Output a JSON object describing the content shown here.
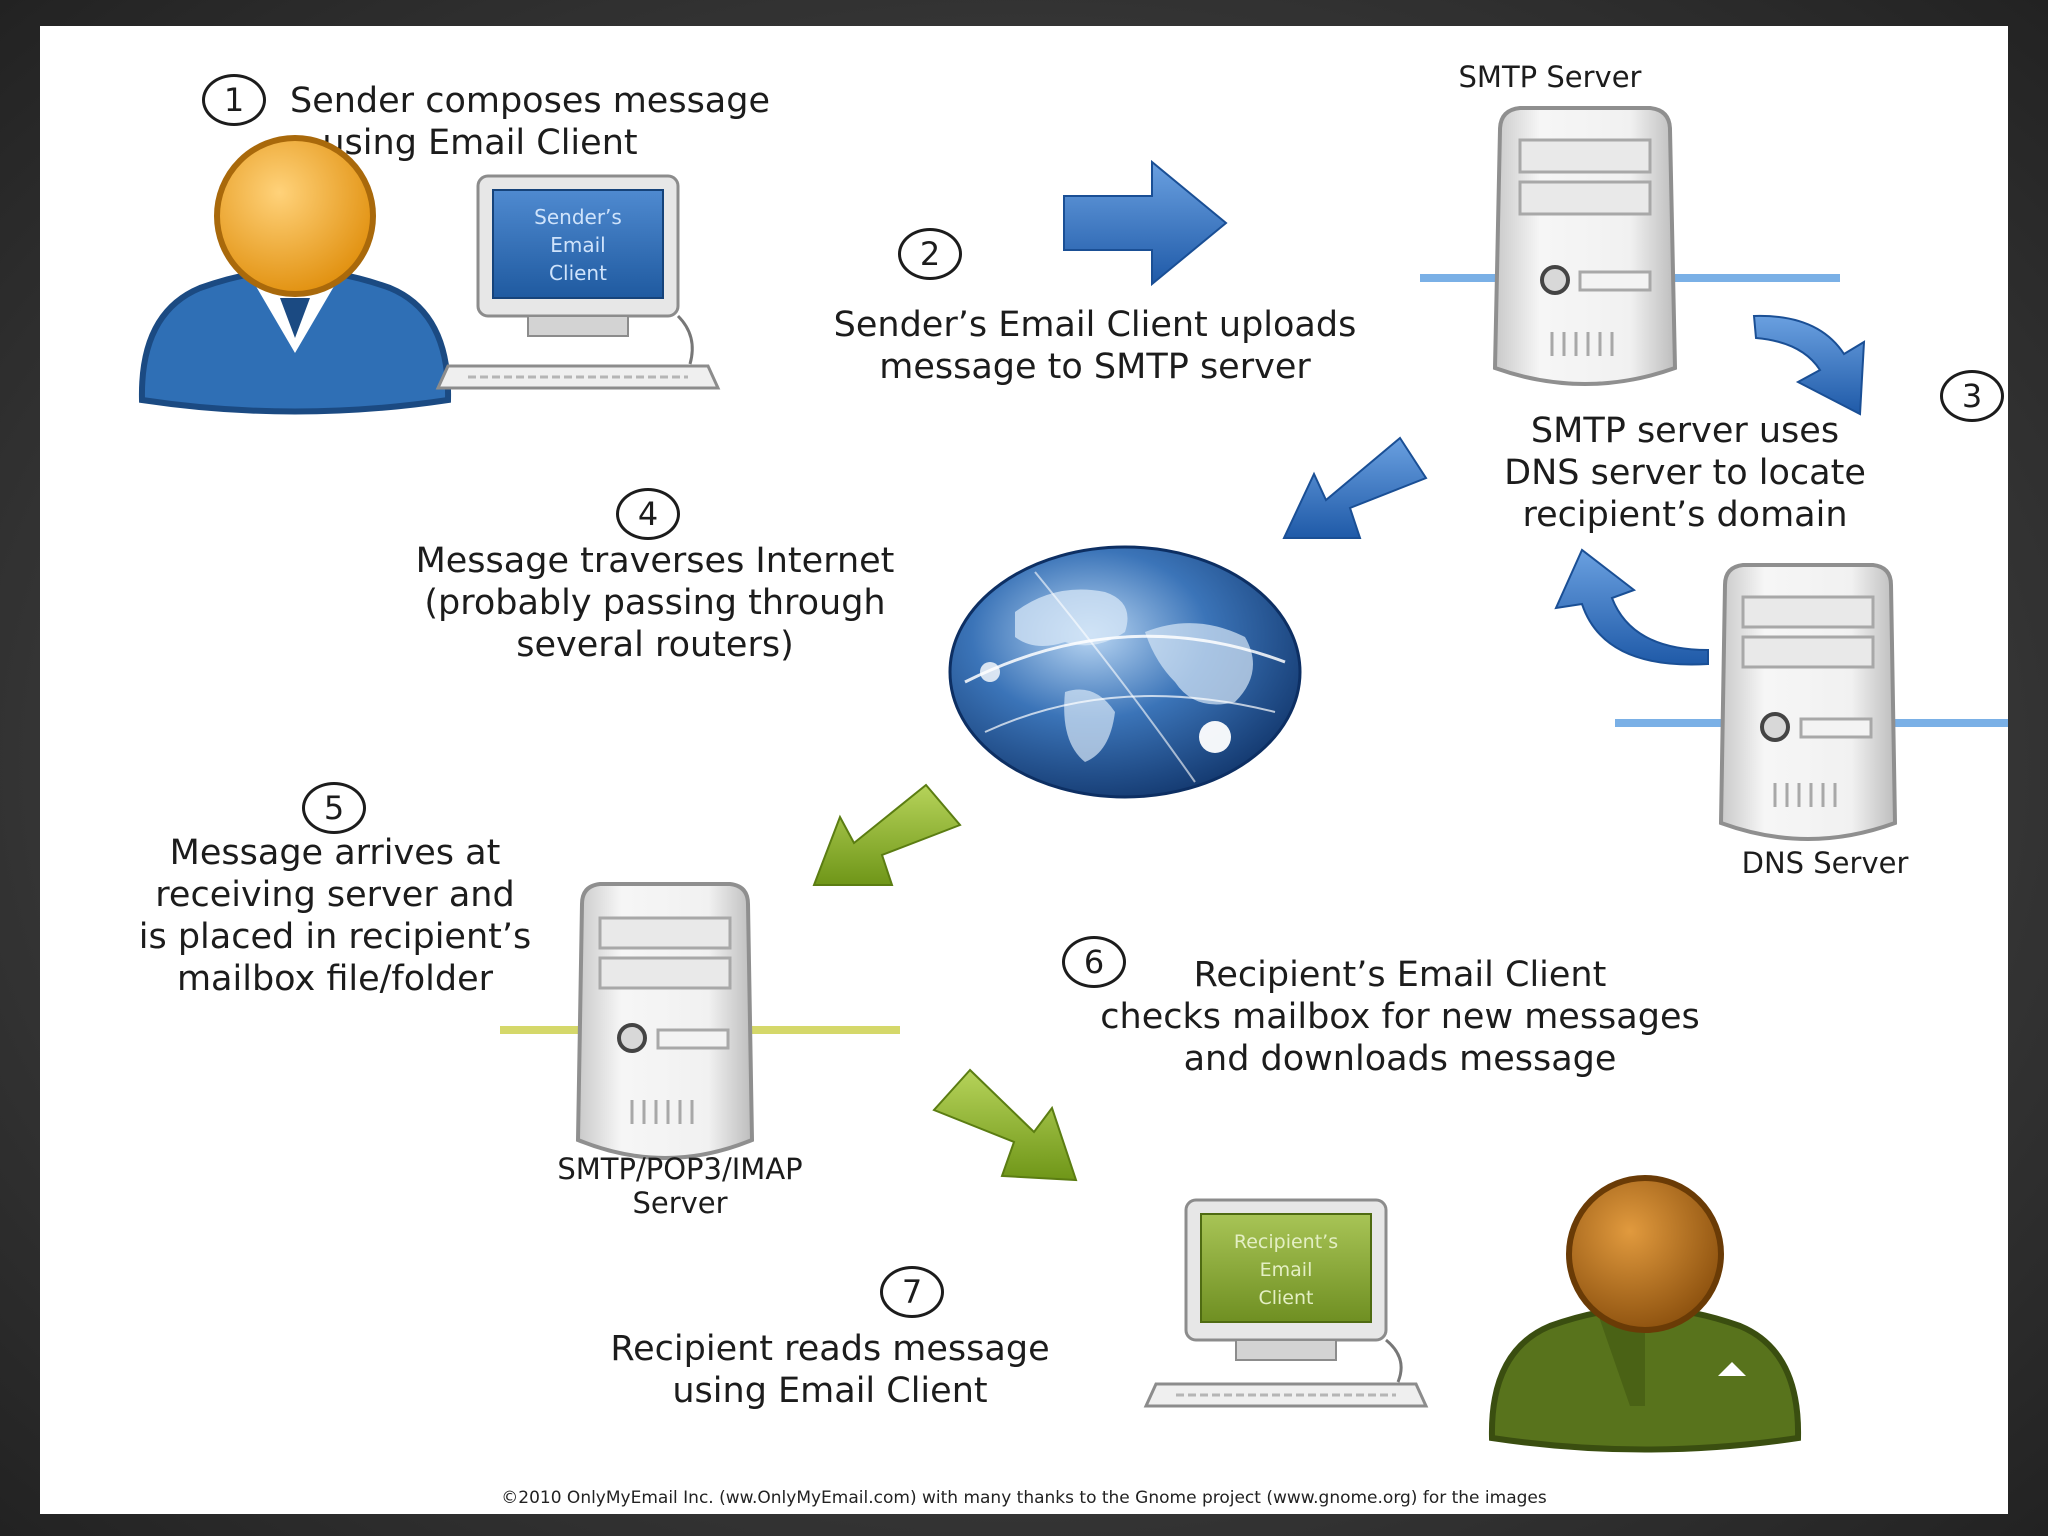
{
  "steps": [
    {
      "number": "1",
      "lines": [
        "Sender composes message",
        "using Email Client"
      ]
    },
    {
      "number": "2",
      "lines": [
        "Sender’s Email Client uploads",
        "message to SMTP server"
      ]
    },
    {
      "number": "3",
      "lines": [
        "SMTP server uses",
        "DNS server to locate",
        "recipient’s domain"
      ]
    },
    {
      "number": "4",
      "lines": [
        "Message traverses Internet",
        "(probably passing through",
        "several routers)"
      ]
    },
    {
      "number": "5",
      "lines": [
        "Message arrives at",
        "receiving server and",
        "is placed in recipient’s",
        "mailbox file/folder"
      ]
    },
    {
      "number": "6",
      "lines": [
        "Recipient’s Email Client",
        "checks mailbox for new messages",
        "and downloads message"
      ]
    },
    {
      "number": "7",
      "lines": [
        "Recipient reads message",
        "using Email Client"
      ]
    }
  ],
  "labels": {
    "smtp_server": "SMTP Server",
    "dns_server": "DNS Server",
    "receiving_server_line1": "SMTP/POP3/IMAP",
    "receiving_server_line2": "Server",
    "sender_screen": [
      "Sender’s",
      "Email",
      "Client"
    ],
    "recipient_screen": [
      "Recipient’s",
      "Email",
      "Client"
    ]
  },
  "footer": "©2010 OnlyMyEmail Inc. (ww.OnlyMyEmail.com) with many thanks to the Gnome project (www.gnome.org) for the images",
  "colors": {
    "sender_accent": "#2f6fb5",
    "sender_head": "#f3a21c",
    "recipient_accent": "#8aa537",
    "recipient_body": "#58731c",
    "recipient_head": "#b06b17",
    "arrow_blue": "#3874c0",
    "arrow_green": "#8bb12e"
  },
  "icons": [
    "sender-person-icon",
    "sender-computer-icon",
    "smtp-server-icon",
    "dns-server-icon",
    "globe-icon",
    "receiving-server-icon",
    "recipient-computer-icon",
    "recipient-person-icon",
    "arrow-icon"
  ]
}
